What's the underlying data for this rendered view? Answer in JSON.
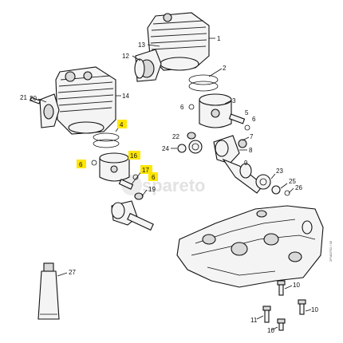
{
  "callouts": {
    "c1": "1",
    "c2": "2",
    "c3": "3",
    "c4": "4",
    "c5": "5",
    "c6a": "6",
    "c6b": "6",
    "c6c": "6",
    "c7": "7",
    "c8": "8",
    "c9": "9",
    "c10a": "10",
    "c10b": "10",
    "c10c": "10",
    "c11": "11",
    "c12": "12",
    "c13": "13",
    "c14": "14",
    "c16": "16",
    "c17": "17",
    "c19": "19",
    "c20": "20",
    "c21": "21",
    "c22": "22",
    "c23": "23",
    "c24": "24",
    "c25": "25",
    "c26": "26",
    "c27": "27"
  },
  "highlighted": [
    "4",
    "6",
    "16",
    "17"
  ],
  "highlight_color": "#ffe600",
  "watermark": "spareto",
  "drawing_code": "2P183752 / 00"
}
